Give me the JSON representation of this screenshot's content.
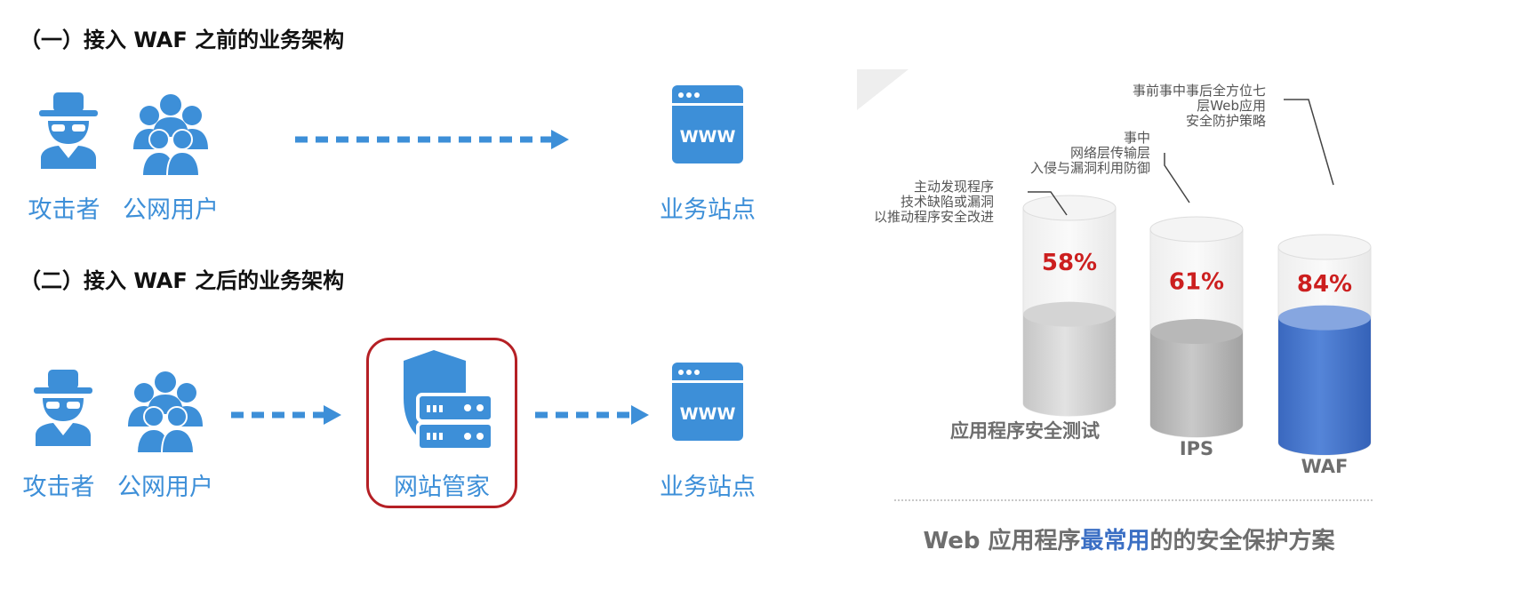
{
  "before": {
    "heading": "（一）接入 WAF 之前的业务架构",
    "attacker_label": "攻击者",
    "public_label": "公网用户",
    "site_label": "业务站点",
    "site_icon_text": "WWW"
  },
  "after": {
    "heading": "（二）接入 WAF 之后的业务架构",
    "attacker_label": "攻击者",
    "public_label": "公网用户",
    "guard_label": "网站管家",
    "site_label": "业务站点",
    "site_icon_text": "WWW"
  },
  "colors": {
    "icon_blue": "#3d8fd8",
    "highlight_red": "#b52025",
    "percent_red": "#cc1f1f",
    "waf_blue": "#3b6fc4"
  },
  "chart_data": {
    "type": "bar",
    "categories": [
      "应用程序安全测试",
      "IPS",
      "WAF"
    ],
    "values": [
      58,
      61,
      84
    ],
    "value_labels": [
      "58%",
      "61%",
      "84%"
    ],
    "ylim": [
      0,
      100
    ],
    "annotations": [
      [
        "主动发现程序",
        "技术缺陷或漏洞",
        "以推动程序安全改进"
      ],
      [
        "事中",
        "网络层传输层",
        "入侵与漏洞利用防御"
      ],
      [
        "事前事中事后全方位七",
        "层Web应用",
        "安全防护策略"
      ]
    ],
    "footer_before": "Web 应用程序",
    "footer_highlight": "最常用",
    "footer_after": "的的安全保护方案"
  }
}
